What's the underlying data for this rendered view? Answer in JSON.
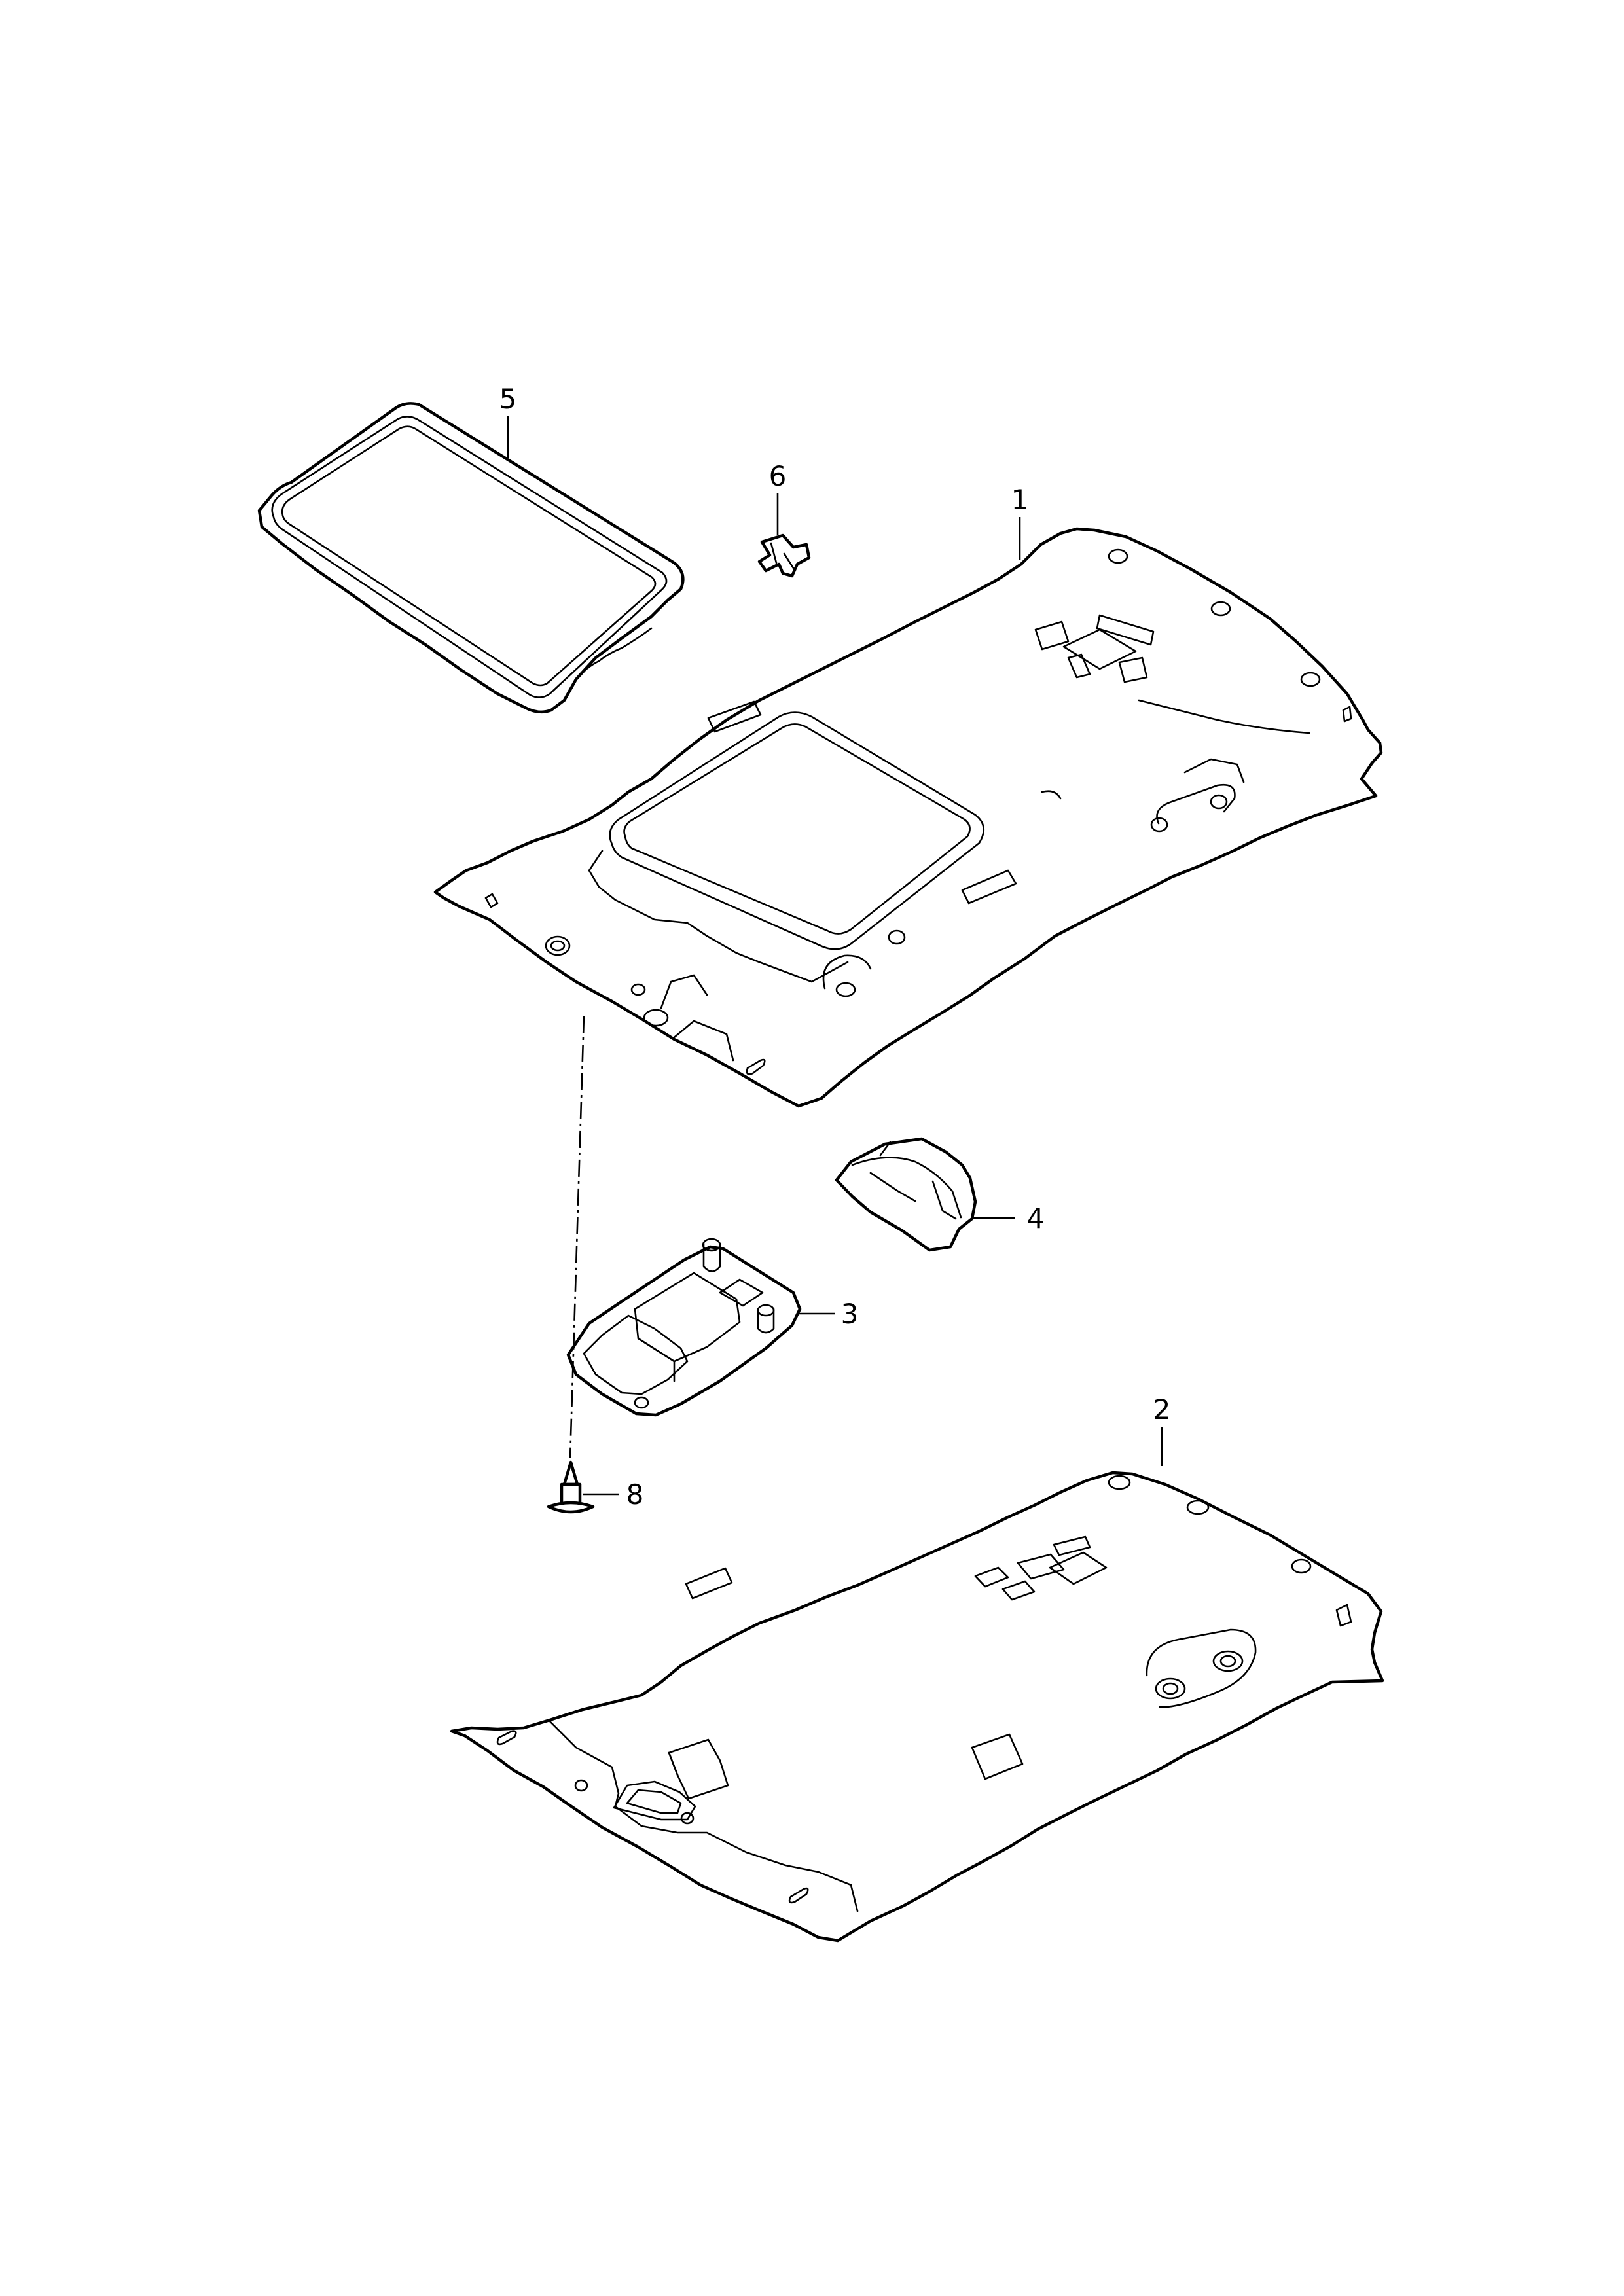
{
  "diagram": {
    "callouts": [
      {
        "id": "1",
        "text": "1"
      },
      {
        "id": "2",
        "text": "2"
      },
      {
        "id": "3",
        "text": "3"
      },
      {
        "id": "4",
        "text": "4"
      },
      {
        "id": "5",
        "text": "5"
      },
      {
        "id": "6",
        "text": "6"
      },
      {
        "id": "8",
        "text": "8"
      }
    ]
  }
}
